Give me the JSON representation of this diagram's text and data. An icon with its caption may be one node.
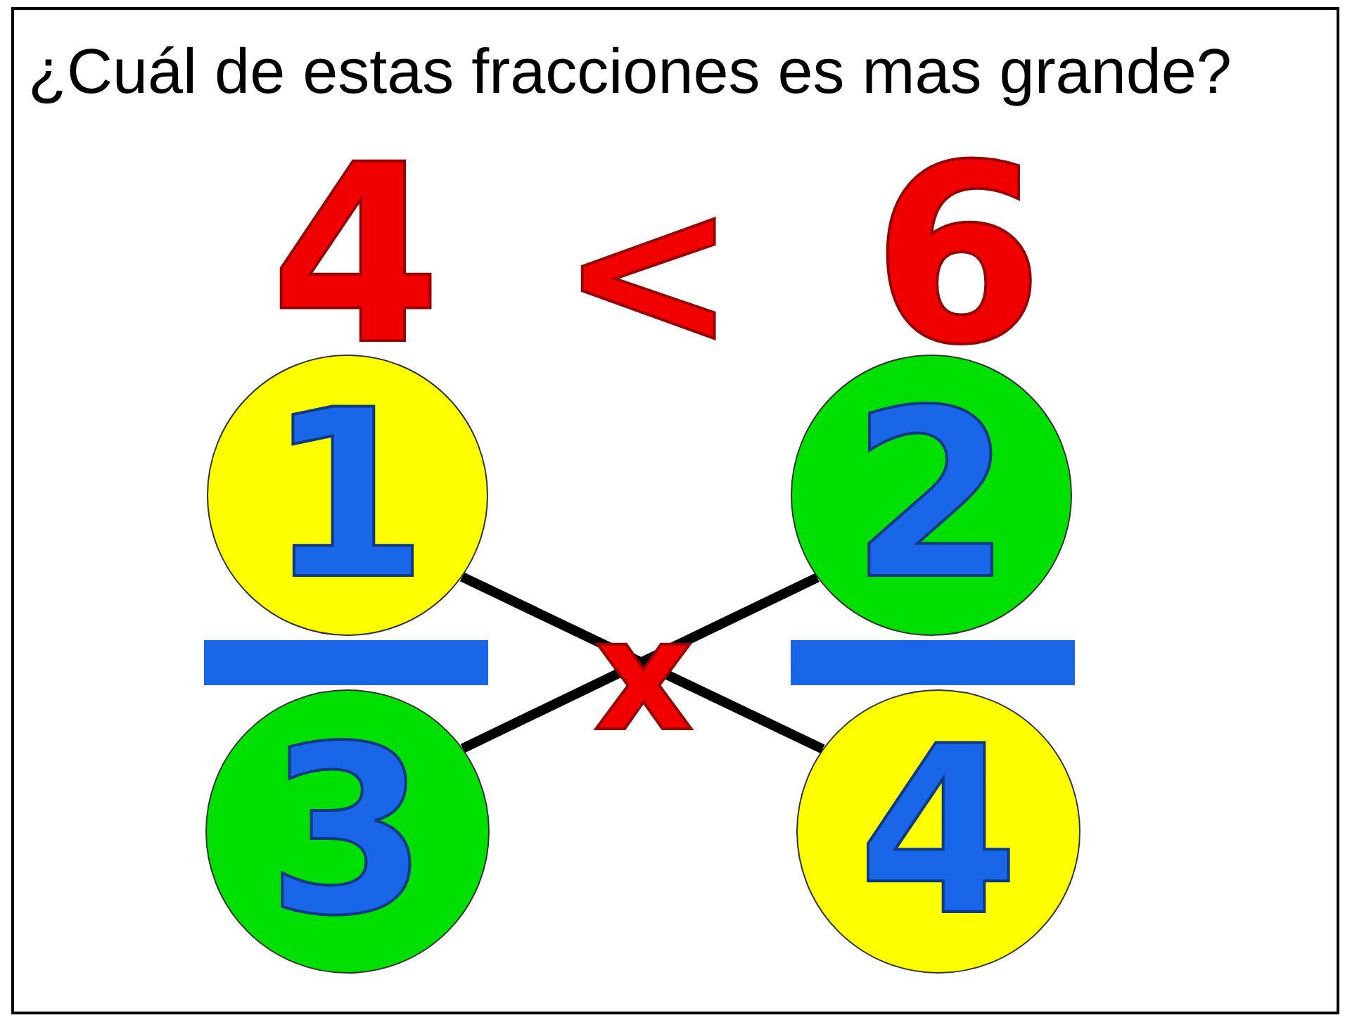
{
  "diagram": {
    "title": "¿Cuál de estas fracciones es mas grande?",
    "nodes": [
      {
        "text": [
          "1"
        ]
      },
      {
        "text": [],
        "shape": "bar"
      },
      {
        "text": [
          "3"
        ]
      },
      {
        "text": [
          "2"
        ]
      },
      {
        "text": [],
        "shape": "bar"
      },
      {
        "text": [
          "4"
        ]
      }
    ],
    "edges": [
      {
        "from": 0,
        "to": 5,
        "arrow": "none"
      },
      {
        "from": 2,
        "to": 3,
        "arrow": "none"
      }
    ],
    "labels": [
      "4",
      "<",
      "6",
      "x"
    ]
  }
}
